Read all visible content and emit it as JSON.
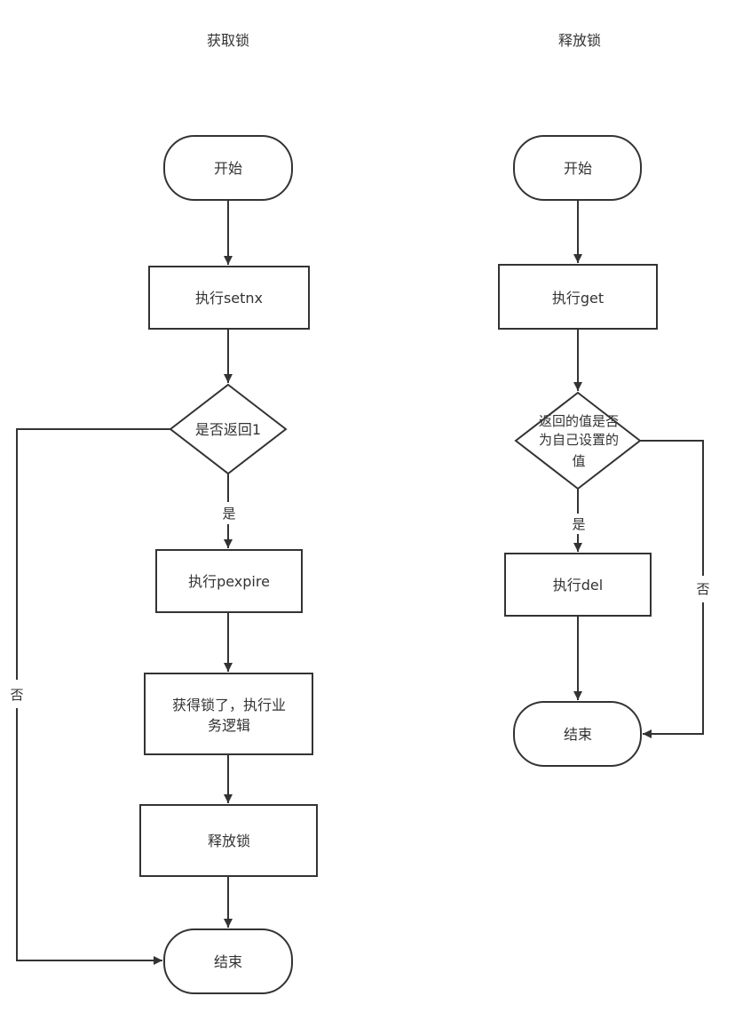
{
  "acquire": {
    "title": "获取锁",
    "start": "开始",
    "setnx": "执行setnx",
    "check": "是否返回1",
    "yes_label": "是",
    "no_label": "否",
    "pexpire": "执行pexpire",
    "business_line1": "获得锁了，执行业",
    "business_line2": "务逻辑",
    "release": "释放锁",
    "end": "结束"
  },
  "release": {
    "title": "释放锁",
    "start": "开始",
    "get": "执行get",
    "check_line1": "返回的值是否",
    "check_line2": "为自己设置的",
    "check_line3": "值",
    "yes_label": "是",
    "no_label": "否",
    "del": "执行del",
    "end": "结束"
  }
}
